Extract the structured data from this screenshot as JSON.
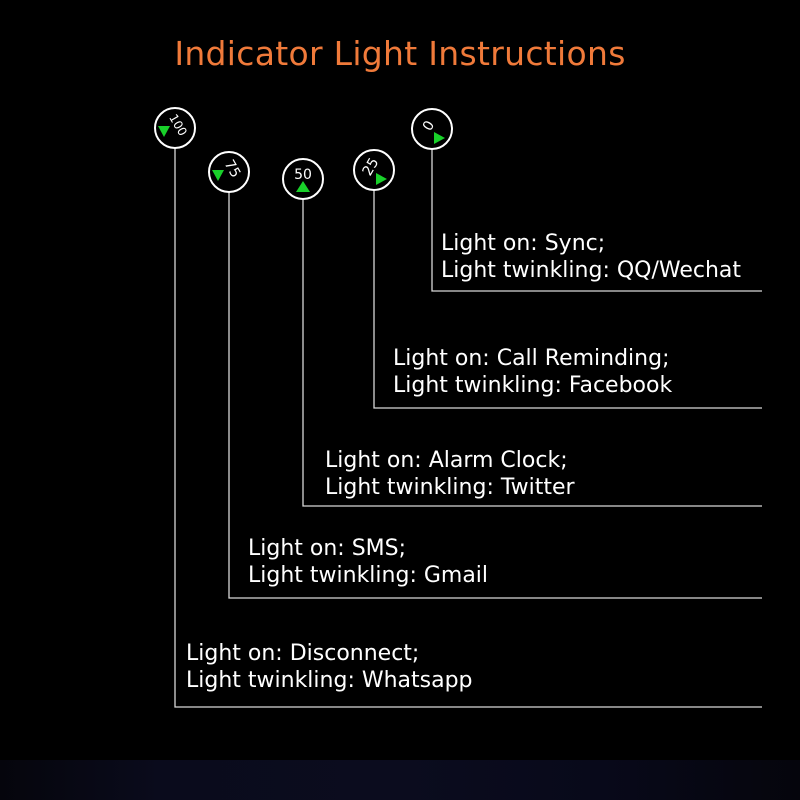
{
  "title": "Indicator Light Instructions",
  "colors": {
    "title": "#f07a3a",
    "line": "#d8d8d8",
    "indicator_fill": "#000000",
    "indicator_stroke": "#ffffff",
    "arrow": "#19d12a",
    "text": "#ffffff"
  },
  "indicators": [
    {
      "label": "100",
      "light_on": "Light on: Disconnect;",
      "light_twinkling": "Light twinkling: Whatsapp"
    },
    {
      "label": "75",
      "light_on": "Light on: SMS;",
      "light_twinkling": "Light twinkling: Gmail"
    },
    {
      "label": "50",
      "light_on": "Light on: Alarm Clock;",
      "light_twinkling": "Light twinkling: Twitter"
    },
    {
      "label": "25",
      "light_on": "Light on: Call Reminding;",
      "light_twinkling": "Light twinkling: Facebook"
    },
    {
      "label": "0",
      "light_on": "Light on: Sync;",
      "light_twinkling": "Light twinkling: QQ/Wechat"
    }
  ]
}
